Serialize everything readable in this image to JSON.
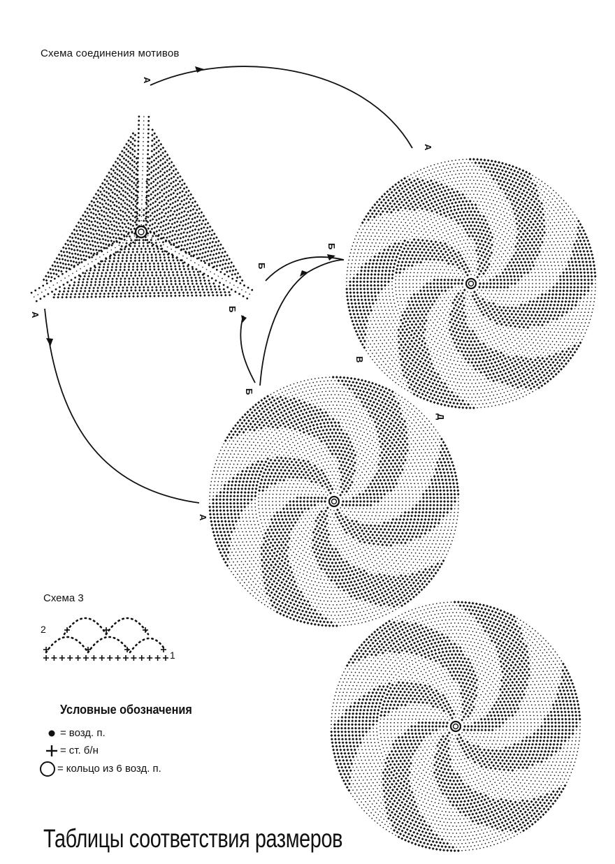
{
  "title": "Схема  соединения мотивов",
  "labels": {
    "a": "А",
    "b": "Б",
    "v": "В",
    "d": "Д"
  },
  "schema3": {
    "title": "Схема 3",
    "row1": "1",
    "row2": "2"
  },
  "legend": {
    "title": "Условные обозначения",
    "items": [
      {
        "symbol": "dot-icon",
        "eq": "=",
        "text": "возд. п."
      },
      {
        "symbol": "plus-icon",
        "eq": "=",
        "text": "ст. б/н"
      },
      {
        "symbol": "ring-icon",
        "eq": "=",
        "text": "кольцо из 6 возд. п."
      }
    ]
  },
  "sizes_title": "Таблицы соответствия размеров"
}
